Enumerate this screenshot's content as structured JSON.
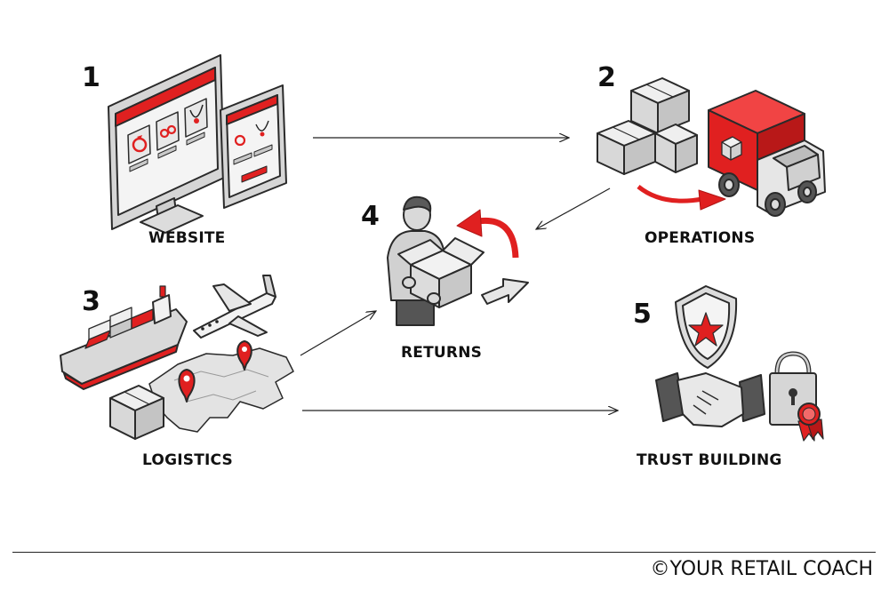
{
  "steps": [
    {
      "number": "1",
      "label": "WEBSITE"
    },
    {
      "number": "2",
      "label": "OPERATIONS"
    },
    {
      "number": "3",
      "label": "LOGISTICS"
    },
    {
      "number": "4",
      "label": "RETURNS"
    },
    {
      "number": "5",
      "label": "TRUST BUILDING"
    }
  ],
  "footer": {
    "text": "©YOUR RETAIL COACH"
  },
  "colors": {
    "accent": "#e02020",
    "outline": "#2a2a2a",
    "fill": "#d9d9d9",
    "light": "#efefef"
  },
  "icons": {
    "website": [
      "desktop-monitor-icon",
      "tablet-icon",
      "ring-icon",
      "earrings-icon",
      "necklace-icon"
    ],
    "operations": [
      "stacked-boxes-icon",
      "delivery-truck-icon",
      "curved-arrow-icon"
    ],
    "logistics": [
      "cargo-ship-icon",
      "airplane-icon",
      "map-icon",
      "location-pin-icon",
      "box-icon"
    ],
    "returns": [
      "person-icon",
      "open-box-icon",
      "return-arrow-icon",
      "forward-arrow-icon"
    ],
    "trust_building": [
      "shield-star-icon",
      "handshake-icon",
      "padlock-icon",
      "seal-ribbon-icon"
    ]
  }
}
